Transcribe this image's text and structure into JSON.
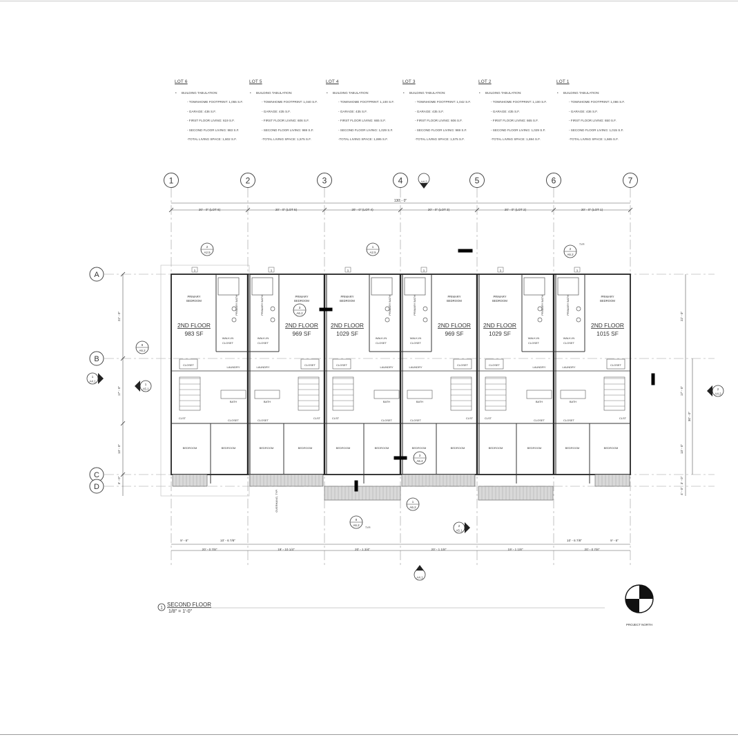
{
  "lots": [
    {
      "title": "LOT 6",
      "heading": "BUILDING TABULATION:",
      "lines": [
        "- TOWNHOME FOOTPRINT: 1,055 S.F.",
        "- GARAGE: 436 S.F.",
        "- FIRST FLOOR LIVING: 619 S.F.",
        "- SECOND FLOOR LIVING: 983 S.F.",
        "-TOTAL LIVING SPACE: 1,602 S.F."
      ]
    },
    {
      "title": "LOT 5",
      "heading": "BUILDING TABULATION:",
      "lines": [
        "- TOWNHOME FOOTPRINT: 1,040 S.F.",
        "- GARAGE: 435 S.F.",
        "- FIRST FLOOR LIVING: 606 S.F.",
        "- SECOND FLOOR LIVING: 969 S.F.",
        "-TOTAL LIVING SPACE: 1,575 S.F."
      ]
    },
    {
      "title": "LOT 4",
      "heading": "BUILDING TABULATION:",
      "lines": [
        "- TOWNHOME FOOTPRINT: 1,100 S.F.",
        "- GARAGE: 435 S.F.",
        "- FIRST FLOOR LIVING: 665 S.F.",
        "- SECOND FLOOR LIVING: 1,029 S.F.",
        "-TOTAL LIVING SPACE: 1,695 S.F."
      ]
    },
    {
      "title": "LOT 3",
      "heading": "BUILDING TABULATION:",
      "lines": [
        "- TOWNHOME FOOTPRINT: 1,042 S.F.",
        "- GARAGE: 435 S.F.",
        "- FIRST FLOOR LIVING: 606 S.F.",
        "- SECOND FLOOR LIVING: 969 S.F.",
        "-TOTAL LIVING SPACE: 1,575 S.F."
      ]
    },
    {
      "title": "LOT 2",
      "heading": "BUILDING TABULATION:",
      "lines": [
        "- TOWNHOME FOOTPRINT: 1,100 S.F.",
        "- GARAGE: 435 S.F.",
        "- FIRST FLOOR LIVING: 665 S.F.",
        "- SECOND FLOOR LIVING: 1,029 S.F.",
        "-TOTAL LIVING SPACE: 1,694 S.F."
      ]
    },
    {
      "title": "LOT 1",
      "heading": "BUILDING TABULATION:",
      "lines": [
        "- TOWNHOME FOOTPRINT: 1,086 S.F.",
        "- GARAGE: 436 S.F.",
        "- FIRST FLOOR LIVING: 650 S.F.",
        "- SECOND FLOOR LIVING: 1,015 S.F.",
        "-TOTAL LIVING SPACE: 1,665 S.F."
      ]
    }
  ],
  "grid": {
    "columns": [
      "1",
      "2",
      "3",
      "4",
      "5",
      "6",
      "7"
    ],
    "rows": [
      "A",
      "B",
      "C",
      "D"
    ]
  },
  "dimensions": {
    "overall": "130' - 0\"",
    "lot_widths": [
      "20' - 0\" (LOT 6)",
      "20' - 0\" (LOT 5)",
      "20' - 0\" (LOT 4)",
      "20' - 0\" (LOT 3)",
      "20' - 0\" (LOT 2)",
      "20' - 0\" (LOT 1)"
    ],
    "bottom_a": [
      "9' - 6\"",
      "10' - 6 7/8\"",
      "10' - 6 7/8\"",
      "9' - 6\""
    ],
    "bottom_b": [
      "20' - 0 7/8\"",
      "19' - 10 1/4\"",
      "20' - 1 3/4\"",
      "20' - 1 1/8\"",
      "19' - 1 1/8\"",
      "20' - 0 7/8\""
    ],
    "left": [
      "22' - 0\"",
      "17' - 0\"",
      "13' - 0\"",
      "3' - 0\""
    ],
    "right": [
      "22' - 0\"",
      "17' - 0\"",
      "30' - 0\"",
      "13' - 0\"",
      "3' - 0\"",
      "4' - 0\""
    ]
  },
  "units": [
    {
      "floor": "2ND FLOOR",
      "area": "983 SF"
    },
    {
      "floor": "2ND FLOOR",
      "area": "969 SF"
    },
    {
      "floor": "2ND FLOOR",
      "area": "1029 SF"
    },
    {
      "floor": "2ND FLOOR",
      "area": "969 SF"
    },
    {
      "floor": "2ND FLOOR",
      "area": "1029 SF"
    },
    {
      "floor": "2ND FLOOR",
      "area": "1015 SF"
    }
  ],
  "rooms": {
    "primary_bedroom": "PRIMARY BEDROOM",
    "primary_bath": "PRIMARY BATH",
    "walk_in_closet": "WALK-IN CLOSET",
    "closet": "CLOSET",
    "laundry": "LAUNDRY",
    "bath": "BATH",
    "clst": "CLST",
    "bedroom": "BEDROOM"
  },
  "callouts": {
    "a25": "A2.5",
    "a62": "A6.2",
    "a51": "A5.1",
    "a41": "A4.1",
    "a42": "A4.2",
    "typ": "TYP.",
    "overhang": "OVERHANG, TYP."
  },
  "title_block": {
    "number": "1",
    "name": "SECOND FLOOR",
    "scale": "1/8\" = 1'-0\""
  },
  "north": {
    "label": "PROJECT NORTH"
  }
}
